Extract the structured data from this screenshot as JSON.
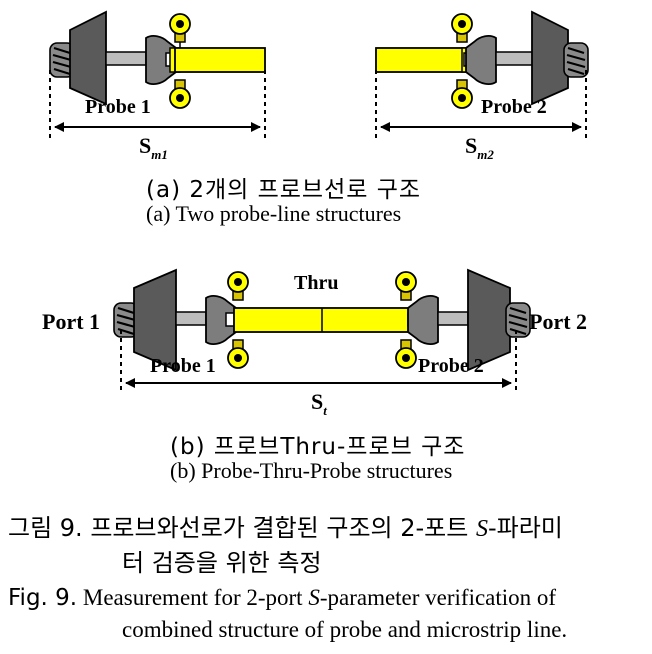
{
  "diagram_a": {
    "probe1_label": "Probe 1",
    "probe2_label": "Probe 2",
    "dim1_main": "S",
    "dim1_sub": "m1",
    "dim2_main": "S",
    "dim2_sub": "m2",
    "caption_kr": "(a) 2개의 프로브선로 구조",
    "caption_en": "(a) Two probe-line structures"
  },
  "diagram_b": {
    "thru_label": "Thru",
    "port1_label": "Port 1",
    "port2_label": "Port 2",
    "probe1_label": "Probe 1",
    "probe2_label": "Probe 2",
    "dim_main": "S",
    "dim_sub": "t",
    "caption_kr": "(b) 프로브Thru-프로브 구조",
    "caption_en": "(b) Probe-Thru-Probe structures"
  },
  "figure": {
    "kr_prefix": "그림 9.",
    "kr_line1_a": "프로브와선로가 결합된 구조의 2-포트 ",
    "kr_line1_s": "S",
    "kr_line1_b": "-파라미",
    "kr_line2": "터 검증을 위한 측정",
    "en_prefix": "Fig. 9.",
    "en_line1_a": "Measurement for 2-port ",
    "en_line1_s": "S",
    "en_line1_b": "-parameter verification of",
    "en_line2": "combined structure of probe and microstrip line."
  },
  "colors": {
    "connector": "#585858",
    "connector_light": "#a8a8a8",
    "probe_body": "#7f7f7f",
    "line_fill": "#ffff00",
    "outline": "#000000"
  }
}
